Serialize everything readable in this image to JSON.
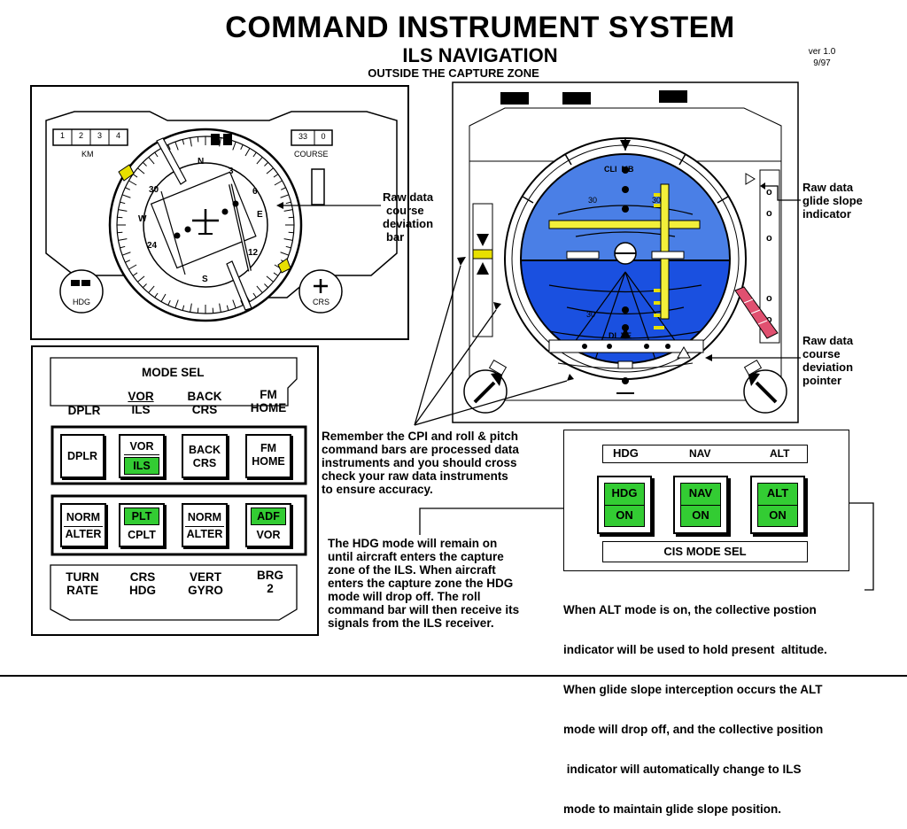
{
  "header": {
    "title": "COMMAND INSTRUMENT SYSTEM",
    "subtitle": "ILS NAVIGATION",
    "subtitle2": "OUTSIDE THE CAPTURE ZONE",
    "version": "ver 1.0",
    "date": "9/97"
  },
  "hsi": {
    "km_digits": [
      "1",
      "2",
      "3",
      "4"
    ],
    "km_label": "KM",
    "course_digits": [
      "33",
      "0"
    ],
    "course_label": "COURSE",
    "compass_labels": [
      "N",
      "3",
      "6",
      "E",
      "12",
      "S",
      "24",
      "W",
      "30"
    ],
    "hdg_knob_label": "HDG",
    "crs_knob_label": "CRS"
  },
  "adi": {
    "climb": "CLI  MB",
    "dive": "DI  VE",
    "pitch_30": "30"
  },
  "callouts": {
    "course_bar": [
      "Raw data",
      "course",
      "deviation",
      "bar"
    ],
    "glide_slope": [
      "Raw data",
      "glide slope",
      "indicator"
    ],
    "course_pointer": [
      "Raw data",
      "course",
      "deviation",
      "pointer"
    ]
  },
  "mode_sel": {
    "title": "MODE SEL",
    "captions": [
      {
        "lines": [
          "DPLR"
        ]
      },
      {
        "lines": [
          "VOR",
          "ILS"
        ]
      },
      {
        "lines": [
          "BACK",
          "CRS"
        ]
      },
      {
        "lines": [
          "FM",
          "HOME"
        ]
      }
    ],
    "row1": [
      {
        "top": "DPLR",
        "bottom": ""
      },
      {
        "top": "VOR",
        "bottom": "ILS"
      },
      {
        "top": "BACK",
        "bottom": "CRS"
      },
      {
        "top": "FM",
        "bottom": "HOME"
      }
    ],
    "row2": [
      {
        "top": "NORM",
        "bottom": "ALTER"
      },
      {
        "top": "PLT",
        "bottom": "CPLT"
      },
      {
        "top": "NORM",
        "bottom": "ALTER"
      },
      {
        "top": "ADF",
        "bottom": "VOR"
      }
    ],
    "bottom_labels": [
      {
        "lines": [
          "TURN",
          "RATE"
        ]
      },
      {
        "lines": [
          "CRS",
          "HDG"
        ]
      },
      {
        "lines": [
          "VERT",
          "GYRO"
        ]
      },
      {
        "lines": [
          "BRG",
          "2"
        ]
      }
    ]
  },
  "notes": {
    "cpi": [
      "Remember the CPI and roll & pitch",
      "command bars are processed data",
      "instruments and you should cross",
      "check your raw data instruments",
      "to ensure accuracy."
    ],
    "hdg": [
      "The HDG mode will remain on",
      "until aircraft enters the capture",
      "zone of the ILS.  When aircraft",
      "enters the capture zone the HDG",
      "mode will drop off.  The roll",
      "command bar will then receive its",
      "signals from the ILS receiver."
    ],
    "alt": [
      "When ALT mode is on, the collective postion",
      "indicator will be used to hold present  altitude.",
      "When glide slope interception occurs the ALT",
      "mode will drop off, and the collective position",
      " indicator will automatically change to ILS",
      "mode to maintain glide slope position."
    ]
  },
  "cis": {
    "headers": [
      "HDG",
      "NAV",
      "ALT"
    ],
    "buttons": [
      {
        "top": "HDG",
        "bottom": "ON"
      },
      {
        "top": "NAV",
        "bottom": "ON"
      },
      {
        "top": "ALT",
        "bottom": "ON"
      }
    ],
    "footer": "CIS MODE SEL"
  },
  "colors": {
    "sky": "#4a7fe6",
    "ground": "#1a50e0",
    "command_bar": "#f2ef3a",
    "button_on": "#33cc33",
    "pointer": "#e05070"
  }
}
